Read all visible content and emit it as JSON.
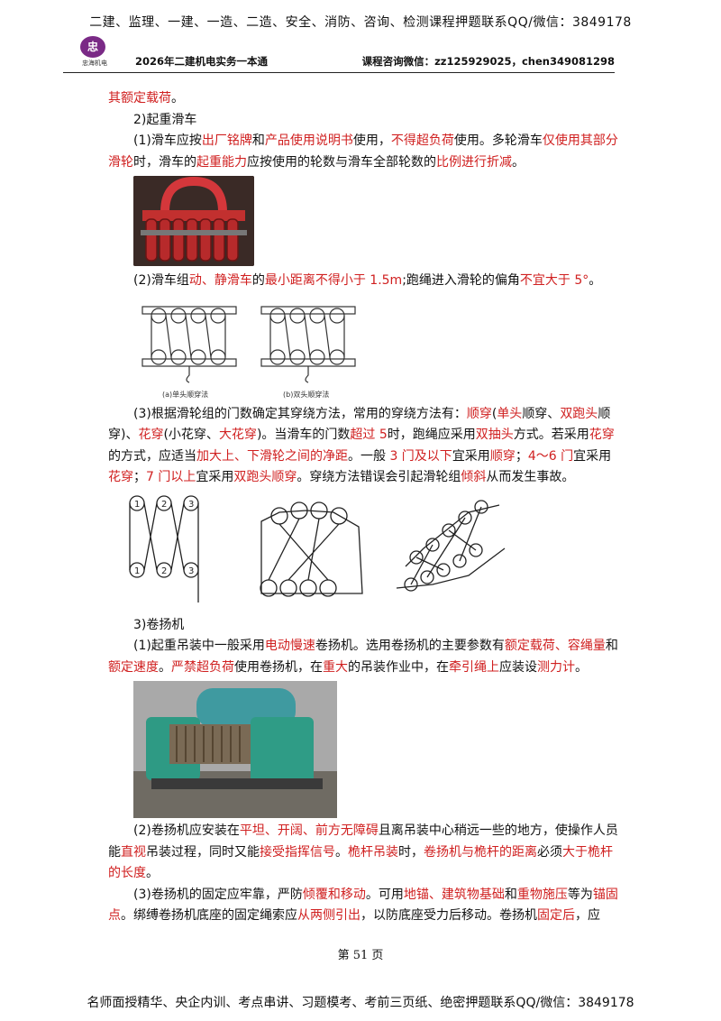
{
  "banner_top": "二建、监理、一建、一造、二造、安全、消防、咨询、检测课程押题联系QQ/微信：3849178",
  "header": {
    "logo_mark": "忠",
    "logo_text": "忠海机电",
    "title": "2026年二建机电实务一本通",
    "contact": "课程咨询微信：zz125929025，chen349081298"
  },
  "line0": {
    "a": "其额定载荷",
    "b": "。"
  },
  "sec2_title": "2)起重滑车",
  "p1": {
    "t1": "(1)滑车应按",
    "r1": "出厂铭牌",
    "t2": "和",
    "r2": "产品使用说明书",
    "t3": "使用，",
    "r3": "不得超负荷",
    "t4": "使用。多轮滑车",
    "r4": "仅使用其部分滑轮",
    "t5": "时，滑车的",
    "r5": "起重能力",
    "t6": "应按使用的轮数与滑车全部轮数的",
    "r6": "比例进行折减",
    "t7": "。"
  },
  "p2": {
    "t1": "(2)滑车组",
    "r1": "动、静滑车",
    "t2": "的",
    "r2": "最小距离不得小于 1.5m",
    "t3": ";跑绳进入滑轮的偏角",
    "r3": "不宜大于 5°",
    "t4": "。"
  },
  "fig2": {
    "left": "(a)单头顺穿法",
    "right": "(b)双头顺穿法"
  },
  "p3": {
    "t1": "(3)根据滑轮组的门数确定其穿绕方法，常用的穿绕方法有：",
    "r1": "顺穿",
    "t2": "(",
    "r2": "单头",
    "t3": "顺穿、",
    "r3": "双跑头",
    "t4": "顺穿)、",
    "r4": "花穿",
    "t5": "(小花穿、",
    "r5": "大花穿",
    "t6": ")。当滑车的门数",
    "r6": "超过 5",
    "t7": "时，跑绳应采用",
    "r7": "双抽头",
    "t8": "方式。若采用",
    "r8": "花穿",
    "t9": "的方式，应适当",
    "r9": "加大上、下滑轮之间的净距",
    "t10": "。一般 ",
    "r10": "3 门及以下",
    "t11": "宜采用",
    "r11": "顺穿",
    "t12": "；",
    "r12": "4～6 门",
    "t13": "宜采用",
    "r13": "花穿",
    "t14": "；",
    "r14": "7 门以上",
    "t15": "宜采用",
    "r15": "双跑头顺穿",
    "t16": "。穿绕方法错误会引起滑轮组",
    "r16": "倾斜",
    "t17": "从而发生事故。"
  },
  "fig3": {
    "n1": "1",
    "n2": "2",
    "n3": "3"
  },
  "sec3_title": "3)卷扬机",
  "p4": {
    "t1": "(1)起重吊装中一般采用",
    "r1": "电动慢速",
    "t2": "卷扬机。选用卷扬机的主要参数有",
    "r2": "额定载荷、容绳量",
    "t3": "和",
    "r3": "额定速度",
    "t4": "。",
    "r4": "严禁超负荷",
    "t5": "使用卷扬机，在",
    "r5": "重大",
    "t6": "的吊装作业中，在",
    "r6": "牵引绳上",
    "t7": "应装设",
    "r7": "测力计",
    "t8": "。"
  },
  "p5": {
    "t1": "(2)卷扬机应安装在",
    "r1": "平坦、开阔、前方无障碍",
    "t2": "且离吊装中心稍远一些的地方，使操作人员能",
    "r2": "直视",
    "t3": "吊装过程，同时又能",
    "r3": "接受指挥信号",
    "t4": "。",
    "r4": "桅杆吊装",
    "t5": "时，",
    "r5": "卷扬机与桅杆的距离",
    "t6": "必须",
    "r6": "大于桅杆的长度",
    "t7": "。"
  },
  "p6": {
    "t1": "(3)卷扬机的固定应牢靠，严防",
    "r1": "倾覆和移动",
    "t2": "。可用",
    "r2": "地锚、建筑物基础",
    "t3": "和",
    "r3": "重物施压",
    "t4": "等为",
    "r4": "锚固点",
    "t5": "。绑缚卷扬机底座的固定绳索应",
    "r5": "从两侧引出",
    "t6": "，以防底座受力后移动。卷扬机",
    "r6": "固定后",
    "t7": "，应"
  },
  "page_number": "第 51 页",
  "banner_bottom": "名师面授精华、央企内训、考点串讲、习题模考、考前三页纸、绝密押题联系QQ/微信：3849178",
  "colors": {
    "red": "#d02020",
    "logo": "#7a2a86"
  }
}
